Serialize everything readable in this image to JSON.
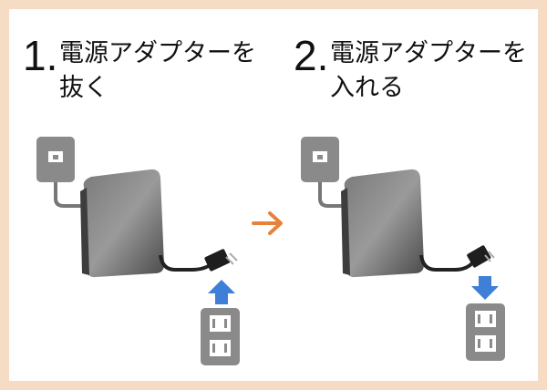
{
  "steps": [
    {
      "number": "1.",
      "text": "電源アダプターを抜く"
    },
    {
      "number": "2.",
      "text": "電源アダプターを入れる"
    }
  ],
  "icons": {
    "arrow": "arrow-right-icon",
    "unplug": "arrow-up-icon",
    "plug": "arrow-down-icon"
  },
  "colors": {
    "frame": "#f6dcc4",
    "flow_arrow": "#e8823a",
    "direction_arrow": "#3e7fd8",
    "device": "#5a5a5a",
    "outlet": "#8a8a8a"
  }
}
